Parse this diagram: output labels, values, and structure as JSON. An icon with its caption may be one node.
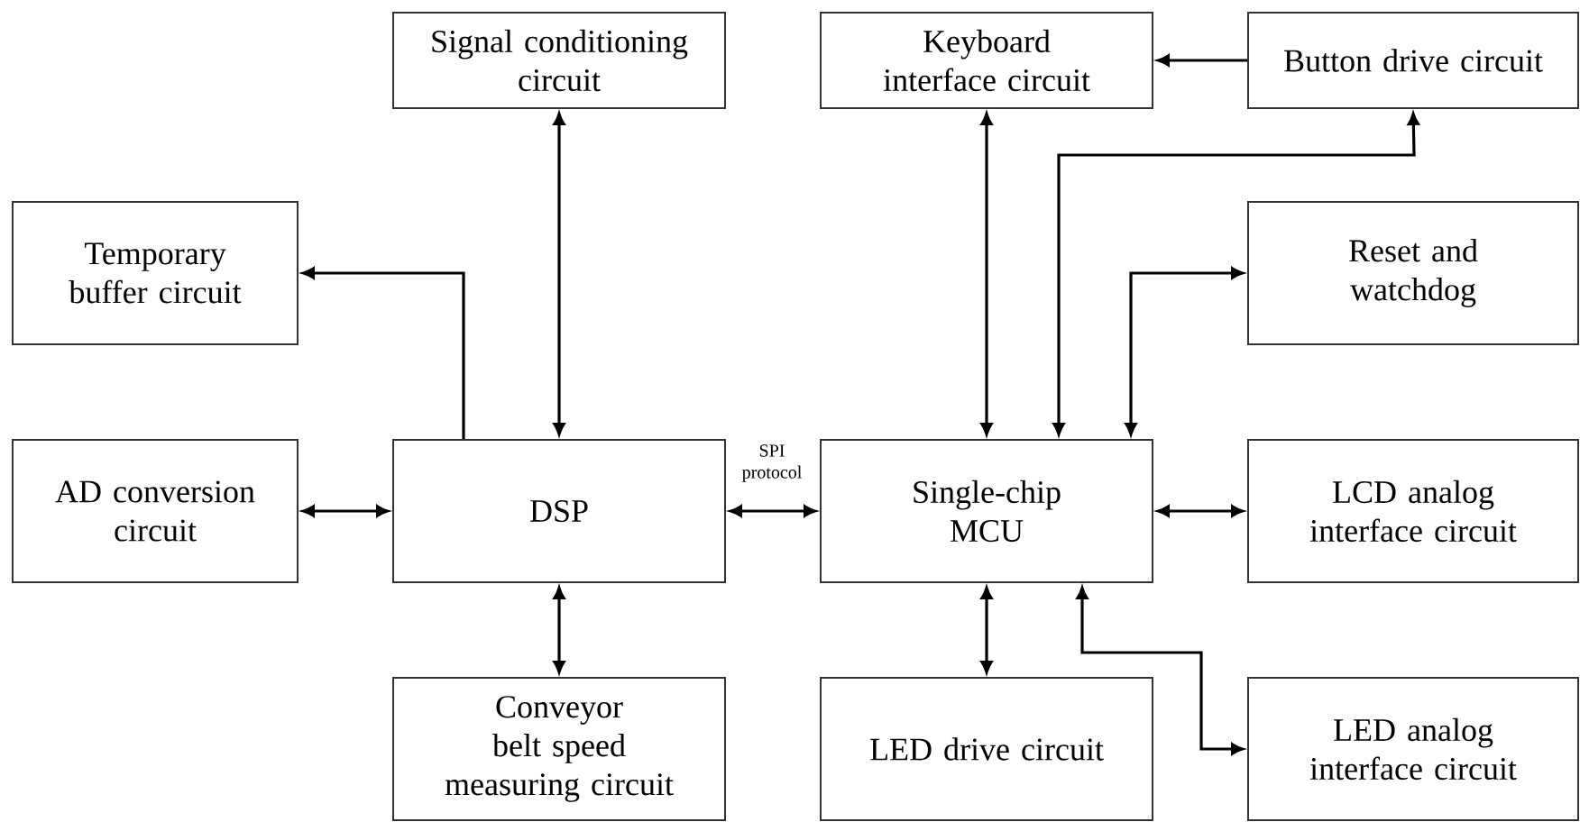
{
  "diagram": {
    "nodes": [
      {
        "text": [
          "Signal conditioning circuit"
        ]
      },
      {
        "text": [
          "Keyboard interface circuit"
        ]
      },
      {
        "text": [
          "Button drive circuit"
        ]
      },
      {
        "text": [
          "Temporary buffer circuit"
        ]
      },
      {
        "text": [
          "Reset and watchdog"
        ]
      },
      {
        "text": [
          "AD conversion circuit"
        ]
      },
      {
        "text": [
          "DSP"
        ]
      },
      {
        "text": [
          "Single-chip MCU"
        ]
      },
      {
        "text": [
          "LCD analog interface circuit"
        ]
      },
      {
        "text": [
          "Conveyor belt speed measuring circuit"
        ]
      },
      {
        "text": [
          "LED drive circuit"
        ]
      },
      {
        "text": [
          "LED analog interface circuit"
        ]
      }
    ],
    "edges": [
      {
        "from": 6,
        "to": 0,
        "arrow": "both"
      },
      {
        "from": 6,
        "to": 3,
        "arrow": "to"
      },
      {
        "from": 5,
        "to": 6,
        "arrow": "both"
      },
      {
        "from": 6,
        "to": 9,
        "arrow": "both"
      },
      {
        "from": 6,
        "to": 7,
        "arrow": "both",
        "label": "SPI protocol"
      },
      {
        "from": 2,
        "to": 1,
        "arrow": "to"
      },
      {
        "from": 7,
        "to": 1,
        "arrow": "both"
      },
      {
        "from": 7,
        "to": 2,
        "arrow": "both"
      },
      {
        "from": 7,
        "to": 4,
        "arrow": "both"
      },
      {
        "from": 7,
        "to": 8,
        "arrow": "both"
      },
      {
        "from": 7,
        "to": 10,
        "arrow": "both"
      },
      {
        "from": 7,
        "to": 11,
        "arrow": "both"
      }
    ]
  }
}
